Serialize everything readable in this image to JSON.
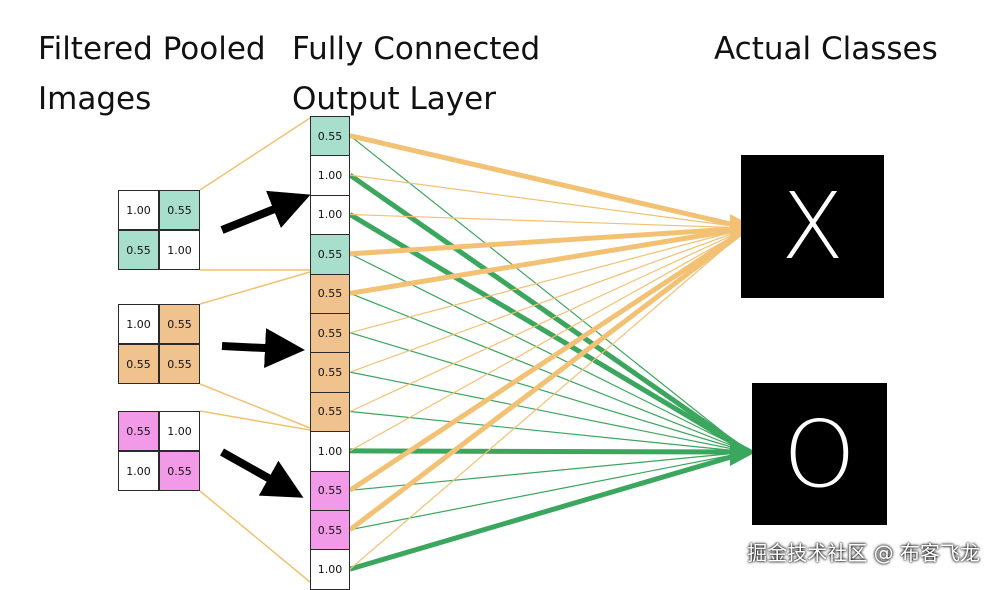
{
  "headings": {
    "pooled_line1": "Filtered Pooled",
    "pooled_line2": "Images",
    "fc_line1": "Fully Connected",
    "fc_line2": "Output Layer",
    "classes": "Actual Classes"
  },
  "colors": {
    "teal": "#a8dfcc",
    "orange": "#f0c28e",
    "pink": "#f29ae8",
    "white": "#ffffff",
    "line_orange": "#f2c173",
    "line_green": "#3aa65e"
  },
  "pooled_images": [
    {
      "cells": [
        {
          "value": "1.00",
          "color": "white"
        },
        {
          "value": "0.55",
          "color": "teal"
        },
        {
          "value": "0.55",
          "color": "teal"
        },
        {
          "value": "1.00",
          "color": "white"
        }
      ]
    },
    {
      "cells": [
        {
          "value": "1.00",
          "color": "white"
        },
        {
          "value": "0.55",
          "color": "orange"
        },
        {
          "value": "0.55",
          "color": "orange"
        },
        {
          "value": "0.55",
          "color": "orange"
        }
      ]
    },
    {
      "cells": [
        {
          "value": "0.55",
          "color": "pink"
        },
        {
          "value": "1.00",
          "color": "white"
        },
        {
          "value": "1.00",
          "color": "white"
        },
        {
          "value": "0.55",
          "color": "pink"
        }
      ]
    }
  ],
  "fc_vector": [
    {
      "value": "0.55",
      "color": "teal"
    },
    {
      "value": "1.00",
      "color": "white"
    },
    {
      "value": "1.00",
      "color": "white"
    },
    {
      "value": "0.55",
      "color": "teal"
    },
    {
      "value": "0.55",
      "color": "orange"
    },
    {
      "value": "0.55",
      "color": "orange"
    },
    {
      "value": "0.55",
      "color": "orange"
    },
    {
      "value": "0.55",
      "color": "orange"
    },
    {
      "value": "1.00",
      "color": "white"
    },
    {
      "value": "0.55",
      "color": "pink"
    },
    {
      "value": "0.55",
      "color": "pink"
    },
    {
      "value": "1.00",
      "color": "white"
    }
  ],
  "classes": [
    {
      "label": "X",
      "icon": "class-x-box"
    },
    {
      "label": "O",
      "icon": "class-o-box"
    }
  ],
  "connections": {
    "to_x": [
      "thick",
      "thin",
      "thin",
      "thick",
      "thick",
      "thin",
      "thin",
      "thin",
      "thin",
      "thick",
      "thick",
      "thin"
    ],
    "to_o": [
      "thin",
      "thick",
      "thick",
      "thin",
      "thin",
      "thin",
      "thin",
      "thin",
      "thick",
      "thin",
      "thin",
      "thick"
    ]
  },
  "watermark": "掘金技术社区 @ 布客飞龙"
}
